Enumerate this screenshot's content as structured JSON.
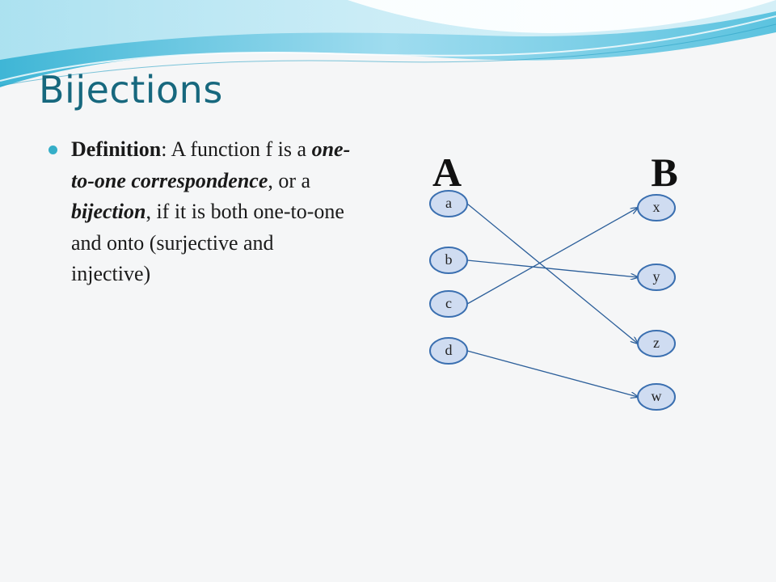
{
  "slide": {
    "title": "Bijections",
    "bullet": {
      "term": "Definition",
      "text_1": ": A function f is a ",
      "em_1": "one-to-one correspondence",
      "text_2": ", or a ",
      "em_2": "bijection",
      "text_3": ", if it is both one-to-one and onto (surjective and injective)"
    }
  },
  "diagram": {
    "set_a_label": "A",
    "set_b_label": "B",
    "domain_elements": [
      "a",
      "b",
      "c",
      "d"
    ],
    "codomain_elements": [
      "x",
      "y",
      "z",
      "w"
    ],
    "mappings": [
      {
        "from": "a",
        "to": "z"
      },
      {
        "from": "b",
        "to": "y"
      },
      {
        "from": "c",
        "to": "x"
      },
      {
        "from": "d",
        "to": "w"
      }
    ]
  },
  "colors": {
    "title": "#17687e",
    "bullet": "#35aec8",
    "node_fill": "#cfdcf1",
    "node_stroke": "#3a6fb0",
    "edge": "#2c5f9a"
  }
}
